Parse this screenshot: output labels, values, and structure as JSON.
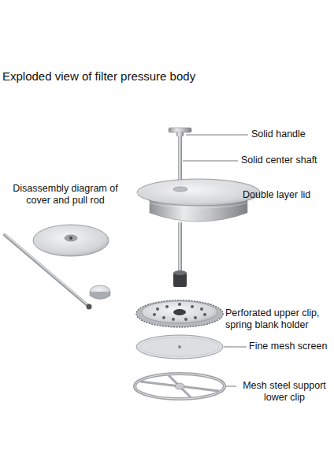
{
  "diagram": {
    "title": "Exploded view of filter pressure body",
    "labels": [
      "Solid handle",
      "Solid center shaft",
      "Disassembly diagram of cover and pull rod",
      "Double layer lid",
      "Perforated upper clip, spring blank holder",
      "Fine mesh screen",
      "Mesh steel support lower clip"
    ]
  }
}
